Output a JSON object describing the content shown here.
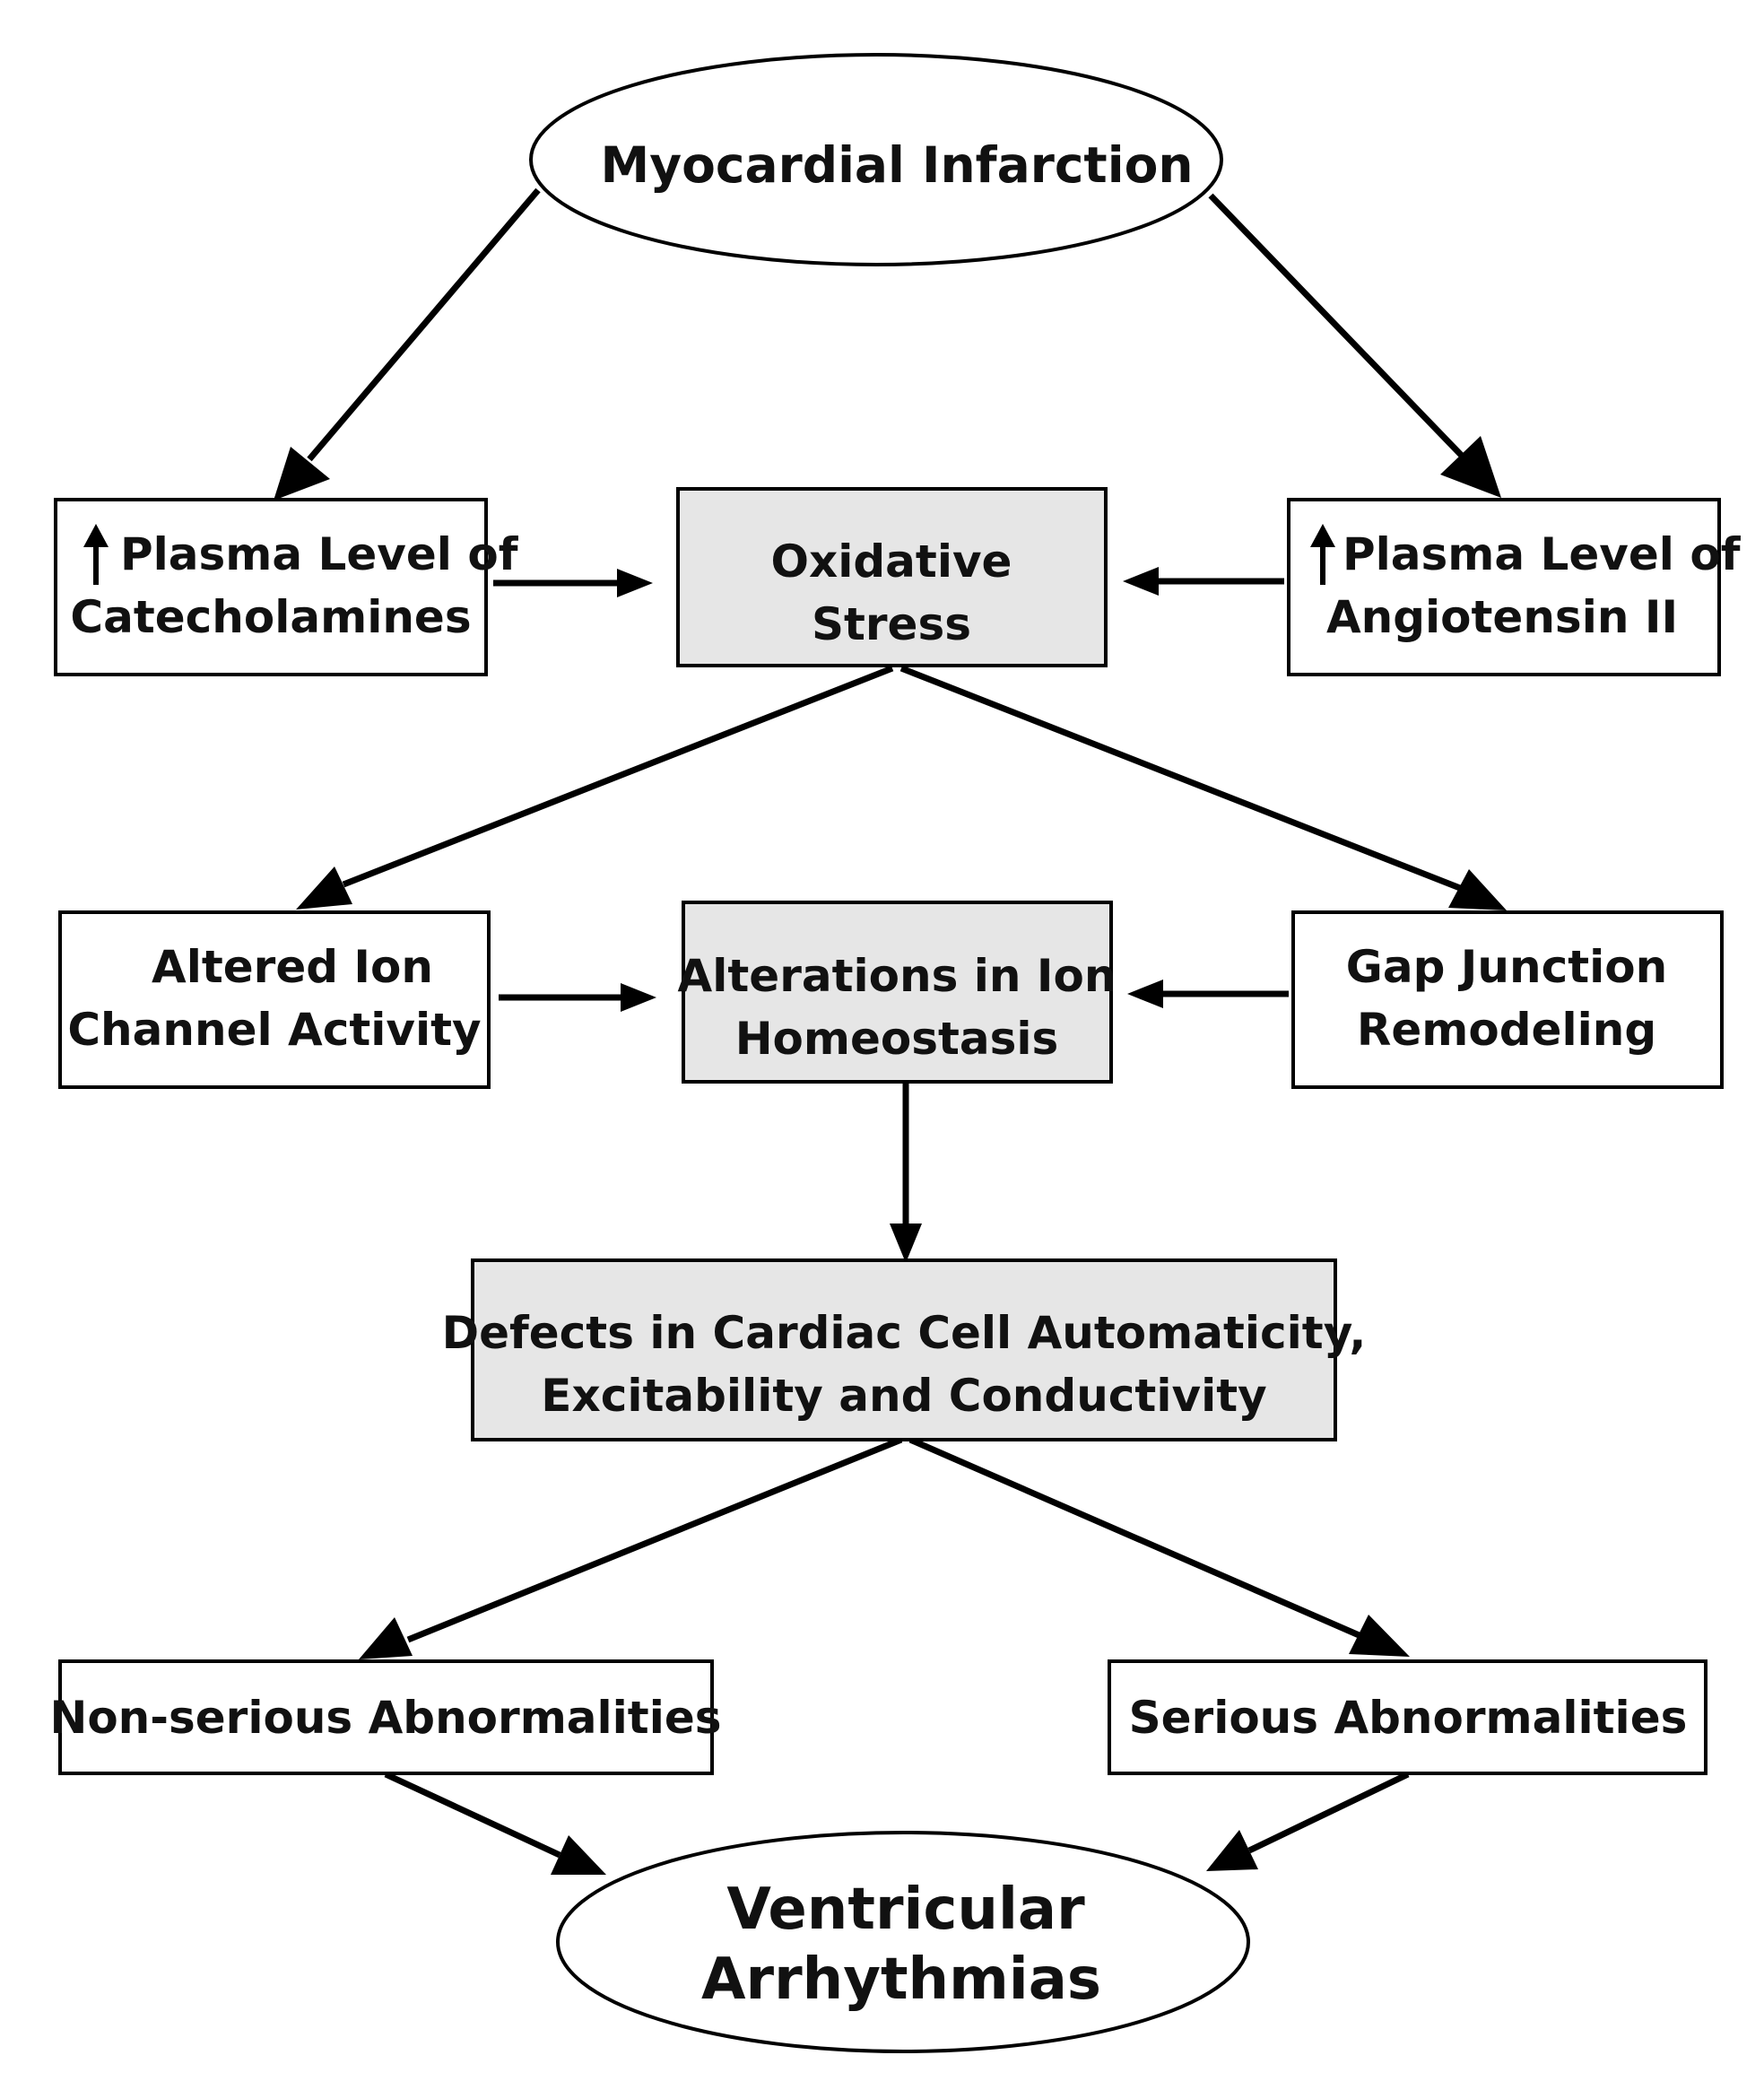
{
  "colors": {
    "background": "#ffffff",
    "box_plain": "#ffffff",
    "box_highlight": "#e6e6e6",
    "stroke": "#000000",
    "text": "#111111"
  },
  "nodes": {
    "myocardial_infarction": {
      "lines": [
        "Myocardial Infarction"
      ]
    },
    "catecholamines": {
      "icon": "up-arrow-icon",
      "lines": [
        "Plasma Level of",
        "Catecholamines"
      ]
    },
    "oxidative_stress": {
      "lines": [
        "Oxidative",
        "Stress"
      ]
    },
    "angiotensin": {
      "icon": "up-arrow-icon",
      "lines": [
        "Plasma Level of",
        "Angiotensin II"
      ]
    },
    "ion_channel": {
      "lines": [
        "Altered Ion",
        "Channel Activity"
      ]
    },
    "ion_homeostasis": {
      "lines": [
        "Alterations in Ion",
        "Homeostasis"
      ]
    },
    "gap_junction": {
      "lines": [
        "Gap Junction",
        "Remodeling"
      ]
    },
    "defects": {
      "lines": [
        "Defects in Cardiac Cell Automaticity,",
        "Excitability and Conductivity"
      ]
    },
    "non_serious": {
      "lines": [
        "Non-serious Abnormalities"
      ]
    },
    "serious": {
      "lines": [
        "Serious Abnormalities"
      ]
    },
    "ventricular_arrhythmias": {
      "lines": [
        "Ventricular",
        "Arrhythmias"
      ]
    }
  },
  "edges": [
    {
      "from": "myocardial_infarction",
      "to": "catecholamines"
    },
    {
      "from": "myocardial_infarction",
      "to": "angiotensin"
    },
    {
      "from": "catecholamines",
      "to": "oxidative_stress"
    },
    {
      "from": "angiotensin",
      "to": "oxidative_stress"
    },
    {
      "from": "oxidative_stress",
      "to": "ion_channel"
    },
    {
      "from": "oxidative_stress",
      "to": "gap_junction"
    },
    {
      "from": "ion_channel",
      "to": "ion_homeostasis"
    },
    {
      "from": "gap_junction",
      "to": "ion_homeostasis"
    },
    {
      "from": "ion_homeostasis",
      "to": "defects"
    },
    {
      "from": "defects",
      "to": "non_serious"
    },
    {
      "from": "defects",
      "to": "serious"
    },
    {
      "from": "non_serious",
      "to": "ventricular_arrhythmias"
    },
    {
      "from": "serious",
      "to": "ventricular_arrhythmias"
    }
  ]
}
